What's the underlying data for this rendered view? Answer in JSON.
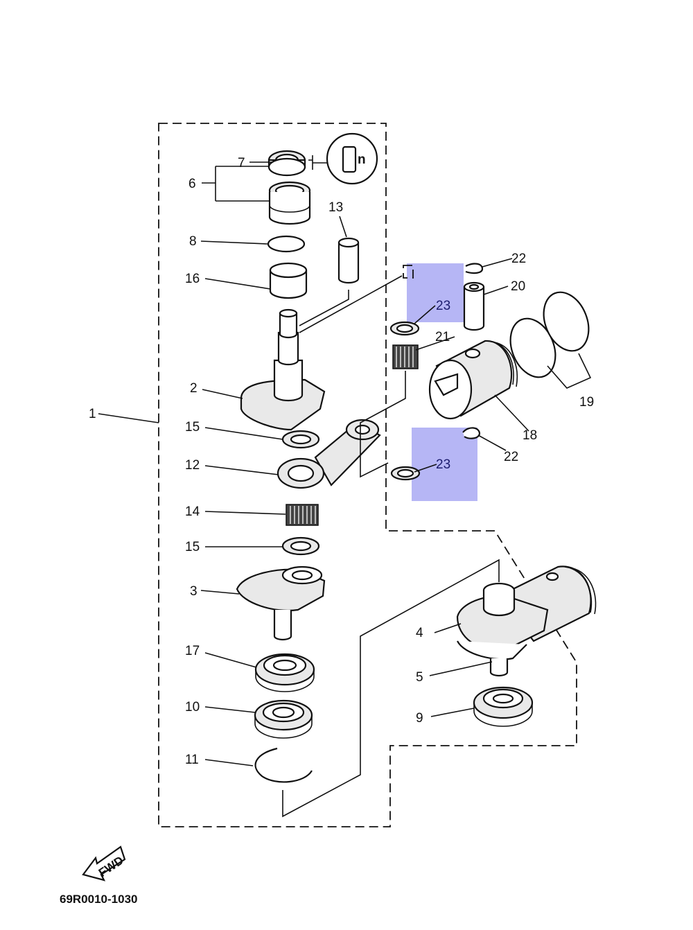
{
  "diagram": {
    "catalog_code": "69R0010-1030",
    "fwd_label": "FWD",
    "highlight_color": "#a9a9f3",
    "callouts": {
      "c1": "1",
      "c2": "2",
      "c3": "3",
      "c4": "4",
      "c5": "5",
      "c6": "6",
      "c7": "7",
      "c8": "8",
      "c9": "9",
      "c10": "10",
      "c11": "11",
      "c12": "12",
      "c13": "13",
      "c14": "14",
      "c15a": "15",
      "c15b": "15",
      "c16": "16",
      "c17": "17",
      "c18": "18",
      "c19": "19",
      "c20": "20",
      "c21": "21",
      "c22a": "22",
      "c22b": "22",
      "c23a": "23",
      "c23b": "23"
    }
  }
}
